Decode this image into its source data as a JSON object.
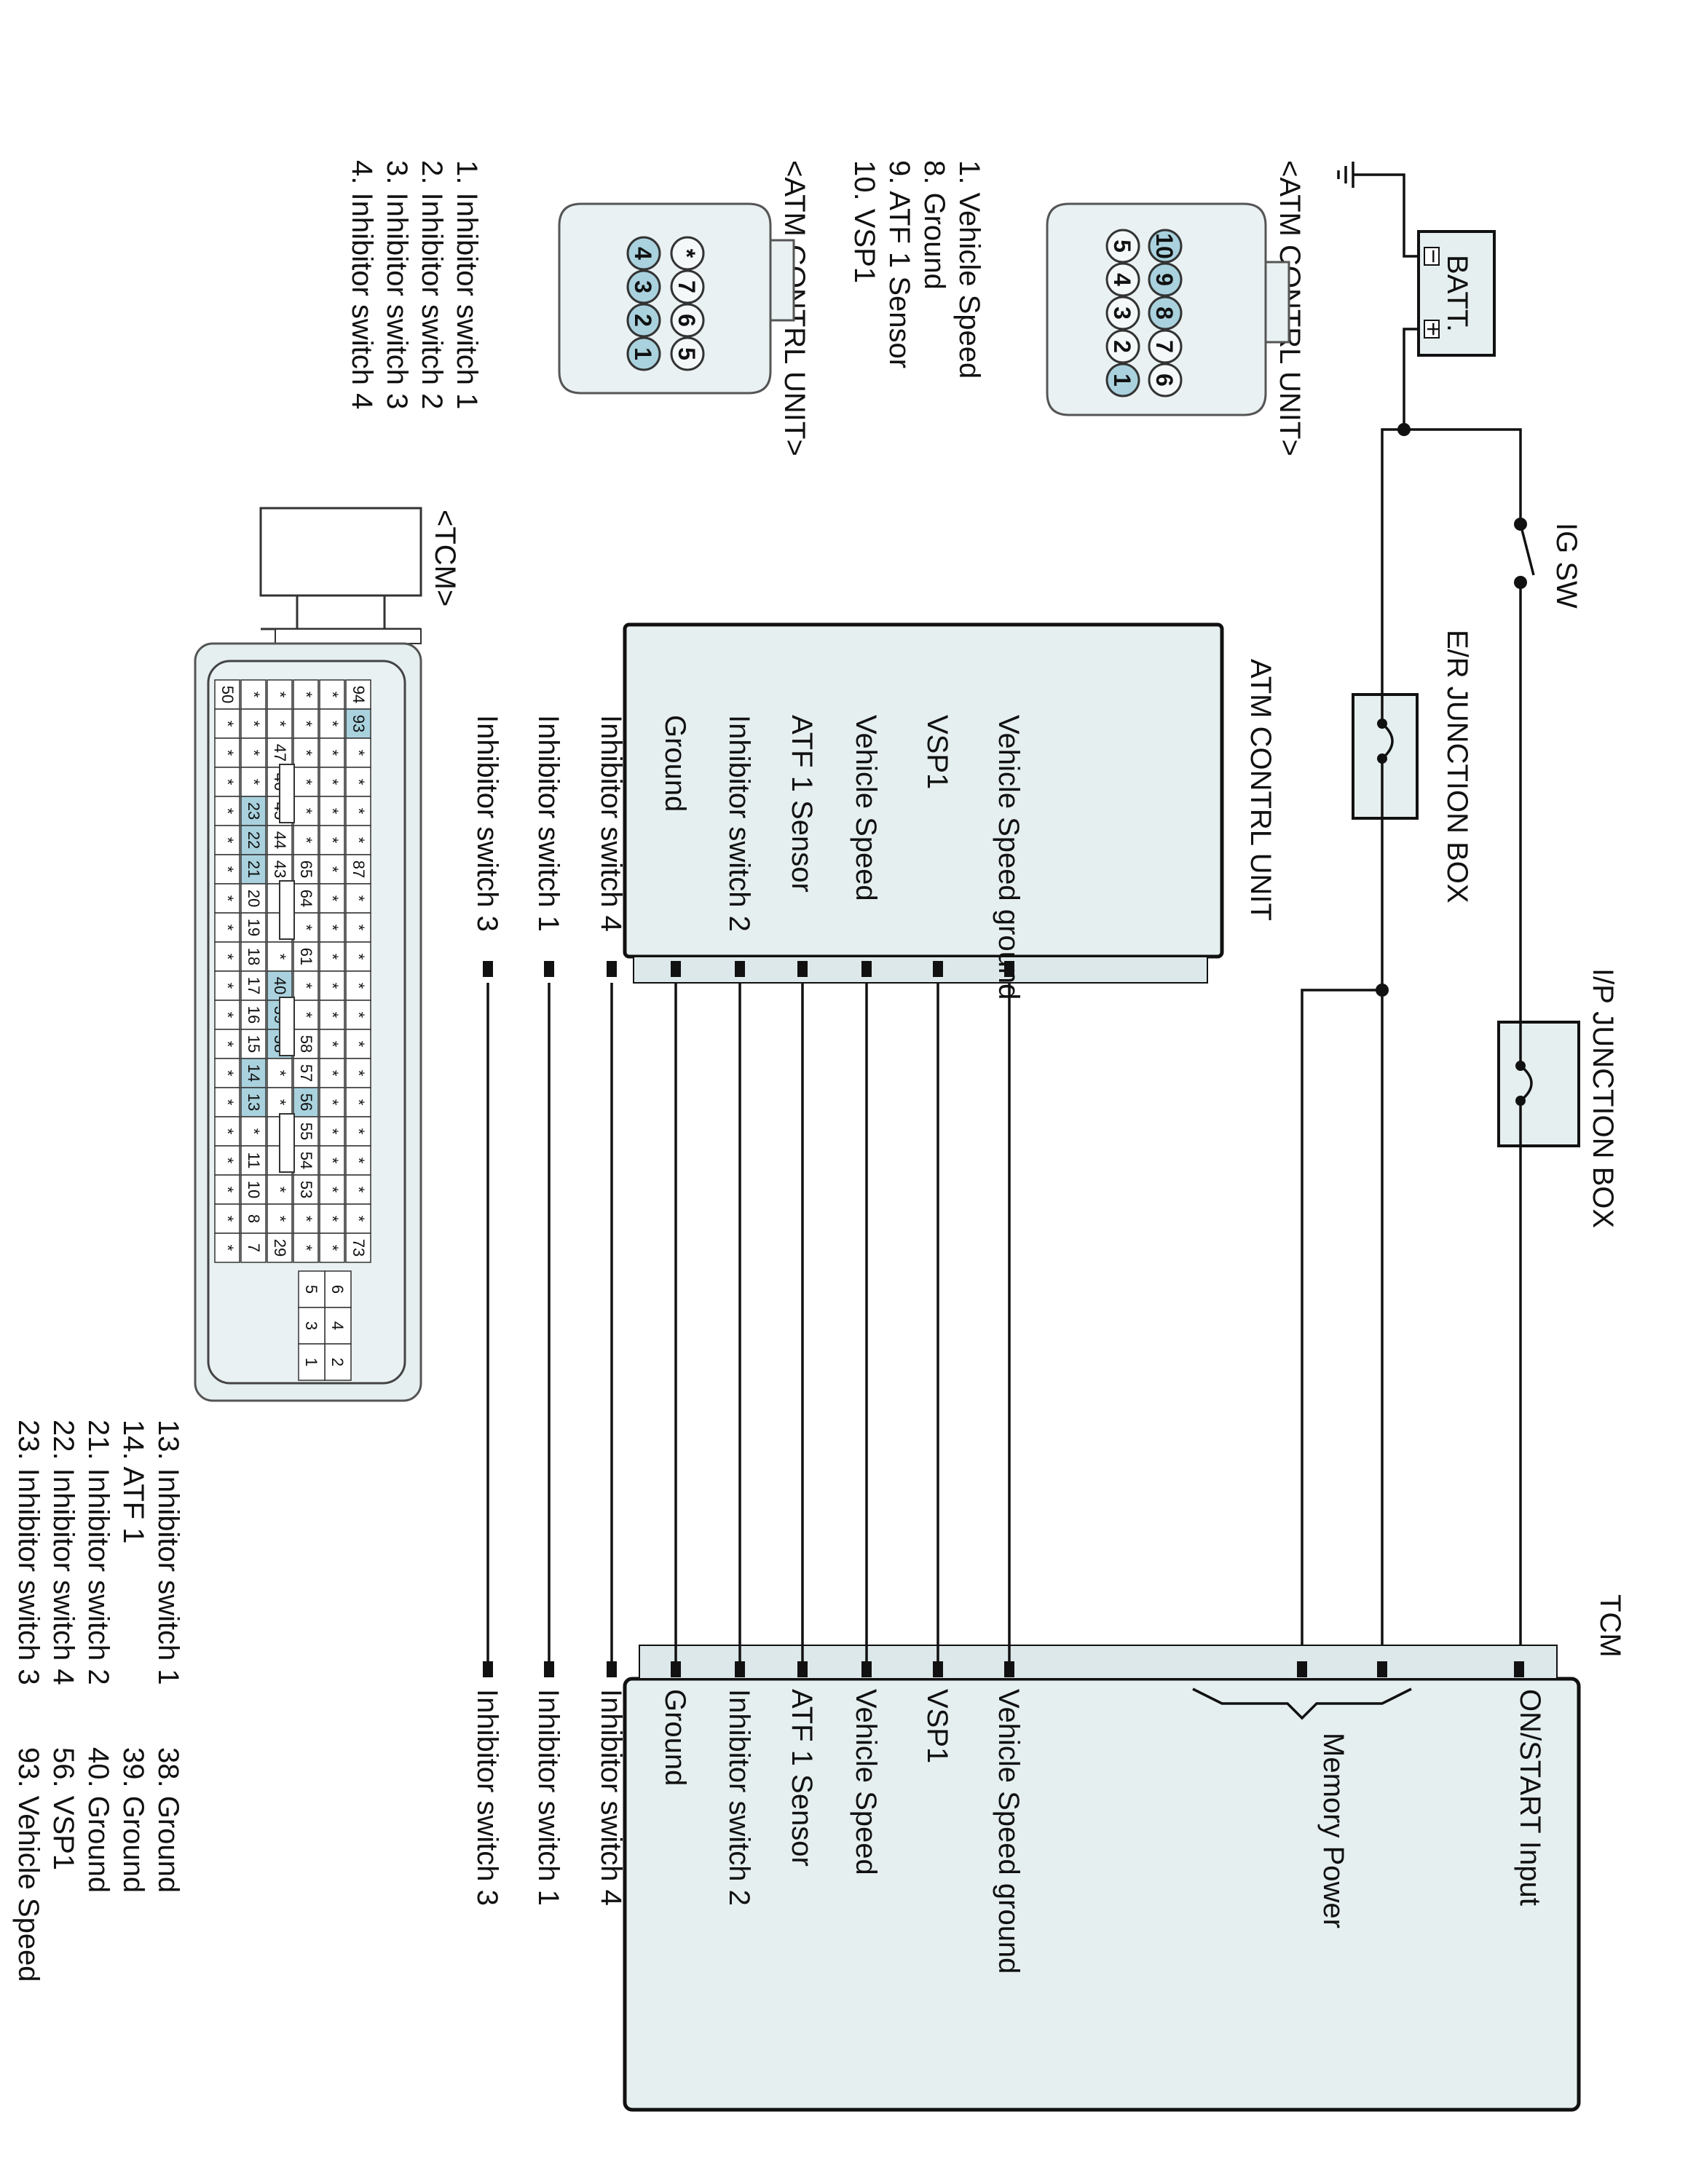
{
  "battery": {
    "label": "BATT.",
    "plus": "+",
    "minus": "−"
  },
  "ig_switch": {
    "label": "IG SW"
  },
  "er_junction": {
    "label": "E/R JUNCTION BOX"
  },
  "ip_junction": {
    "label": "I/P JUNCTION BOX"
  },
  "atm_unit": {
    "title": "ATM CONTRL UNIT",
    "terminals": [
      "Inhibitor switch 3",
      "Inhibitor switch 1",
      "Inhibitor switch 4",
      "Ground",
      "Inhibitor switch 2",
      "ATF 1 Sensor",
      "Vehicle Speed",
      "VSP1",
      "Vehicle Speed ground"
    ]
  },
  "tcm": {
    "title": "TCM",
    "on_start": "ON/START Input",
    "memory_power": "Memory Power",
    "terminals": [
      "Inhibitor switch 3",
      "Inhibitor switch 1",
      "Inhibitor switch 4",
      "Ground",
      "Inhibitor switch 2",
      "ATF 1 Sensor",
      "Vehicle Speed",
      "VSP1",
      "Vehicle Speed ground"
    ]
  },
  "connector_a": {
    "title": "<ATM CONTRL UNIT>",
    "row1": [
      "5",
      "4",
      "3",
      "2",
      "1"
    ],
    "row2": [
      "10",
      "9",
      "8",
      "7",
      "6"
    ],
    "legend": [
      "1. Vehicle Speed",
      "8. Ground",
      "9. ATF 1 Sensor",
      "10. VSP1"
    ]
  },
  "connector_b": {
    "title": "<ATM CONTRL UNIT>",
    "row1": [
      "4",
      "3",
      "2",
      "1"
    ],
    "row2": [
      "*",
      "7",
      "6",
      "5"
    ],
    "legend": [
      "1. Inhibitor switch 1",
      "2. Inhibitor switch 2",
      "3. Inhibitor switch 3",
      "4. Inhibitor switch 4"
    ]
  },
  "tcm_connector": {
    "title": "<TCM>",
    "rows": [
      [
        "94",
        "93",
        "*",
        "*",
        "*",
        "*",
        "87",
        "*",
        "*",
        "*",
        "*",
        "*",
        "*",
        "*",
        "*",
        "*",
        "*",
        "*",
        "*",
        "73"
      ],
      [
        "*",
        "*",
        "*",
        "*",
        "*",
        "*",
        "*",
        "*",
        "*",
        "*",
        "*",
        "*",
        "*",
        "*",
        "*",
        "*",
        "*",
        "*",
        "*",
        "*"
      ],
      [
        "*",
        "*",
        "*",
        "*",
        "*",
        "*",
        "65",
        "64",
        "*",
        "61",
        "*",
        "*",
        "58",
        "57",
        "56",
        "55",
        "54",
        "53",
        "*",
        "*"
      ],
      [
        "*",
        "*",
        "47",
        "46",
        "45",
        "44",
        "43",
        "*",
        "*",
        "*",
        "40",
        "39",
        "38",
        "*",
        "*",
        "*",
        "*",
        "*",
        "*",
        "29"
      ],
      [
        "*",
        "*",
        "*",
        "*",
        "23",
        "22",
        "21",
        "20",
        "19",
        "18",
        "17",
        "16",
        "15",
        "14",
        "13",
        "*",
        "11",
        "10",
        "8",
        "7"
      ],
      [
        "50",
        "*",
        "*",
        "*",
        "*",
        "*",
        "*",
        "*",
        "*",
        "*",
        "*",
        "*",
        "*",
        "*",
        "*",
        "*",
        "*",
        "*",
        "*",
        "*"
      ]
    ],
    "power_pins": [
      [
        "6",
        "5"
      ],
      [
        "4",
        "3"
      ],
      [
        "2",
        "1"
      ]
    ],
    "legend_col1": [
      "13. Inhibitor switch 1",
      "14. ATF 1",
      "21. Inhibitor switch 2",
      "22. Inhibitor switch 4",
      "23. Inhibitor switch 3"
    ],
    "legend_col2": [
      "38. Ground",
      "39. Ground",
      "40. Ground",
      "56. VSP1",
      "93. Vehicle Speed"
    ]
  },
  "highlight_pins": [
    "93",
    "56",
    "40",
    "39",
    "38",
    "23",
    "22",
    "21",
    "14",
    "13"
  ]
}
